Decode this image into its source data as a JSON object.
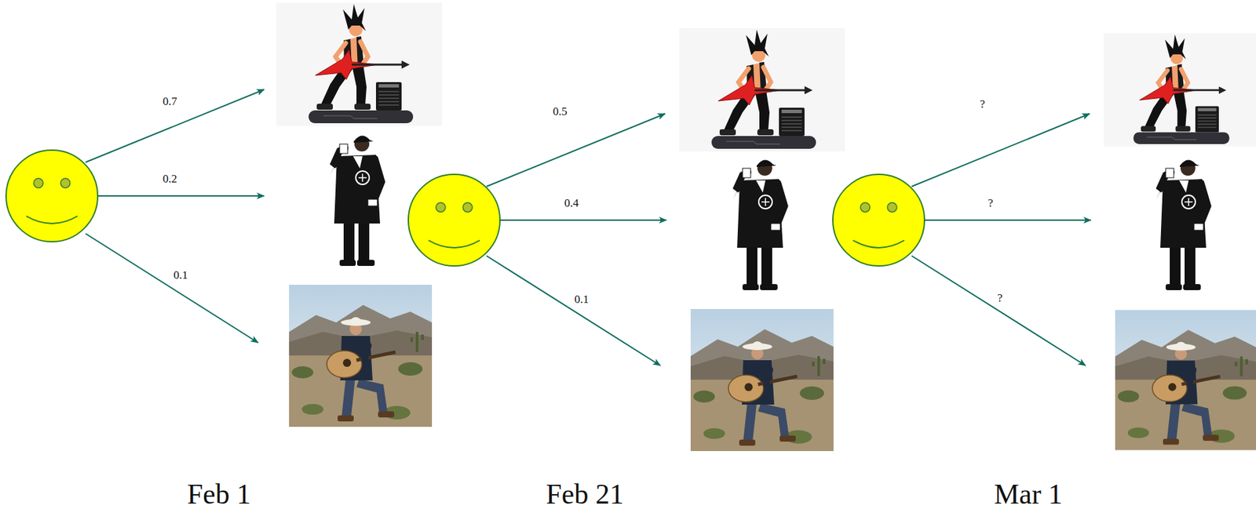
{
  "diagram": {
    "labels": [
      "0.7",
      "0.2",
      "0.1",
      "0.5",
      "0.4",
      "0.1",
      "?",
      "?",
      "?",
      "Feb 1",
      "Feb 21",
      "Mar 1"
    ]
  }
}
